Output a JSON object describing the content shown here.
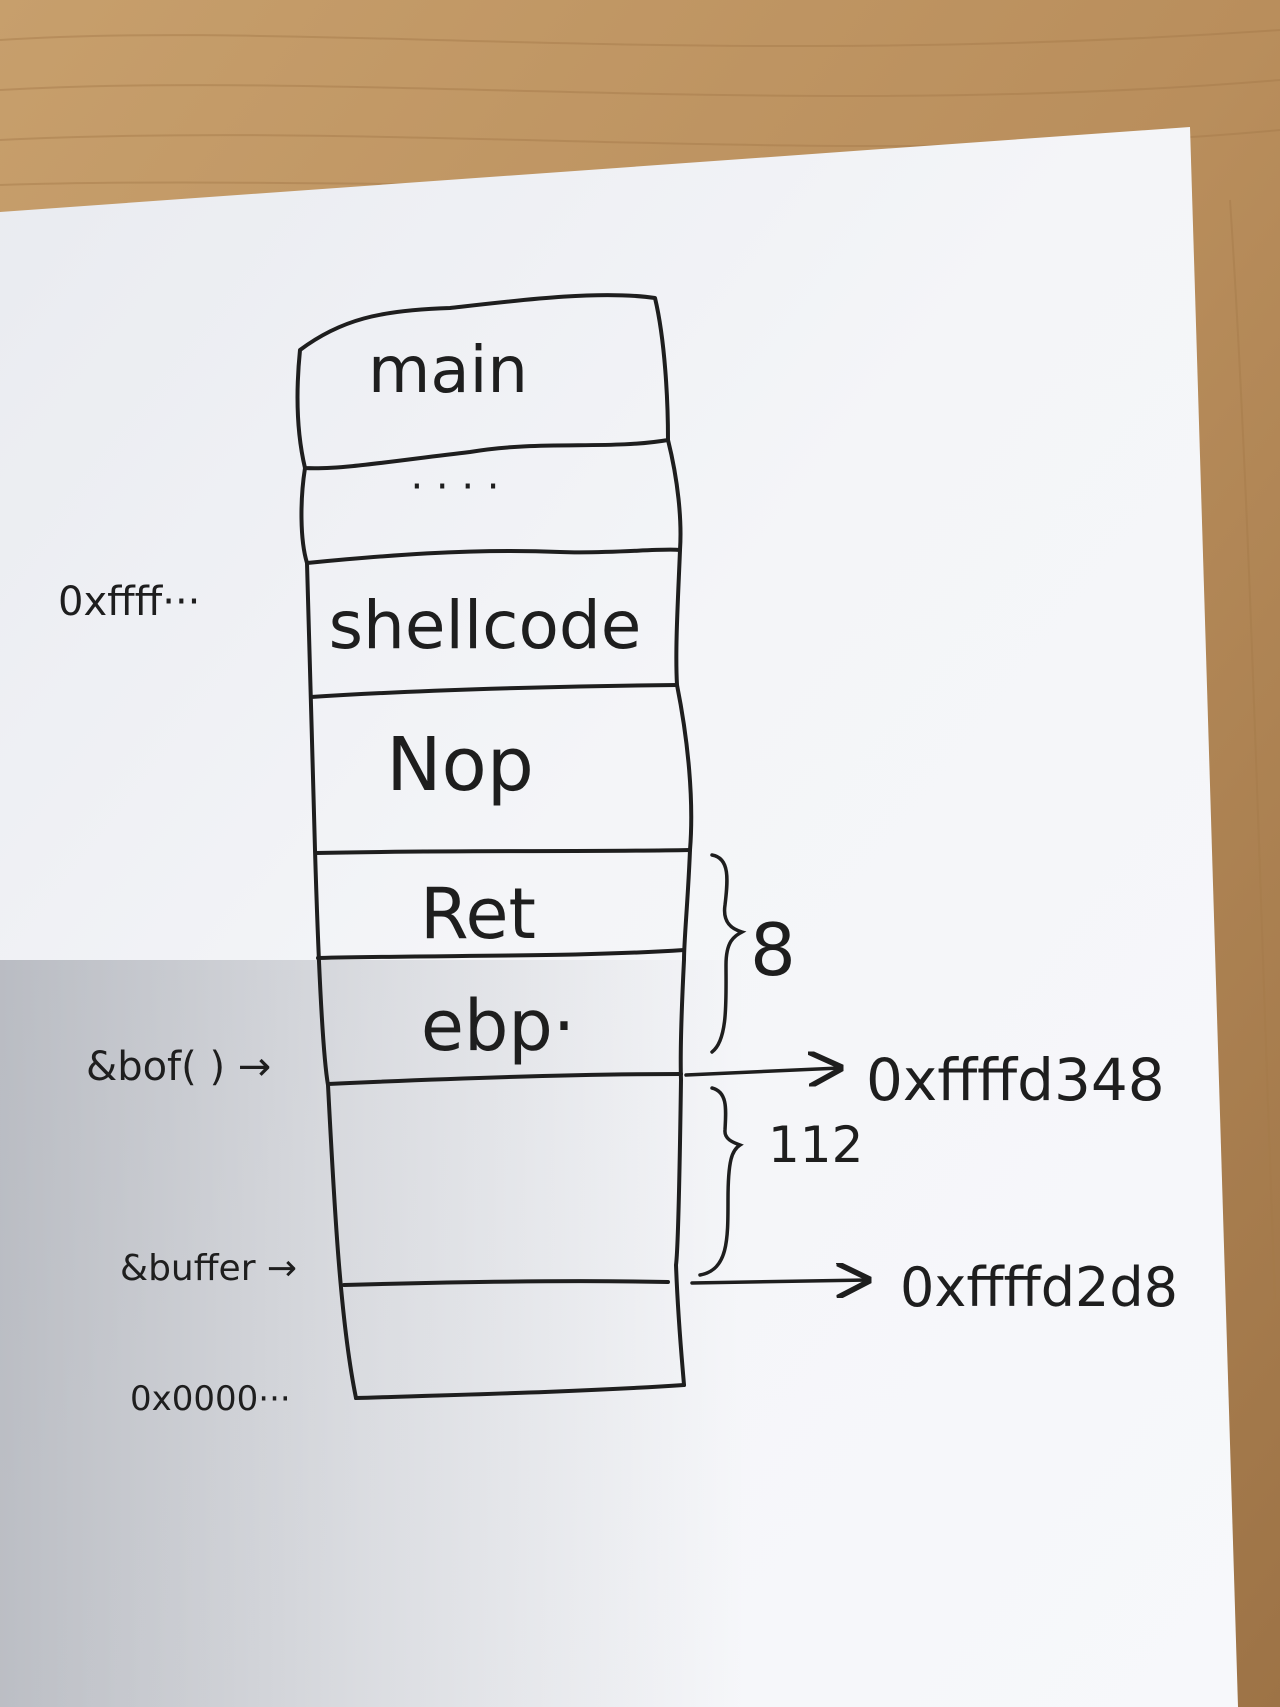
{
  "diagram": {
    "stack_cells": {
      "main": "main",
      "ellipsis": "· · · ·",
      "shellcode": "shellcode",
      "nop": "Nop",
      "ret": "Ret",
      "ebp": "ebp·"
    },
    "left_labels": {
      "top_address": "0xffff···",
      "bof_pointer": "&bof( ) →",
      "buffer_pointer": "&buffer →",
      "bottom_address": "0x0000···"
    },
    "brace_labels": {
      "ret_ebp_size": "8",
      "buffer_size": "112"
    },
    "right_addresses": {
      "ebp_address": "0xffffd348",
      "buffer_address": "0xffffd2d8"
    }
  }
}
